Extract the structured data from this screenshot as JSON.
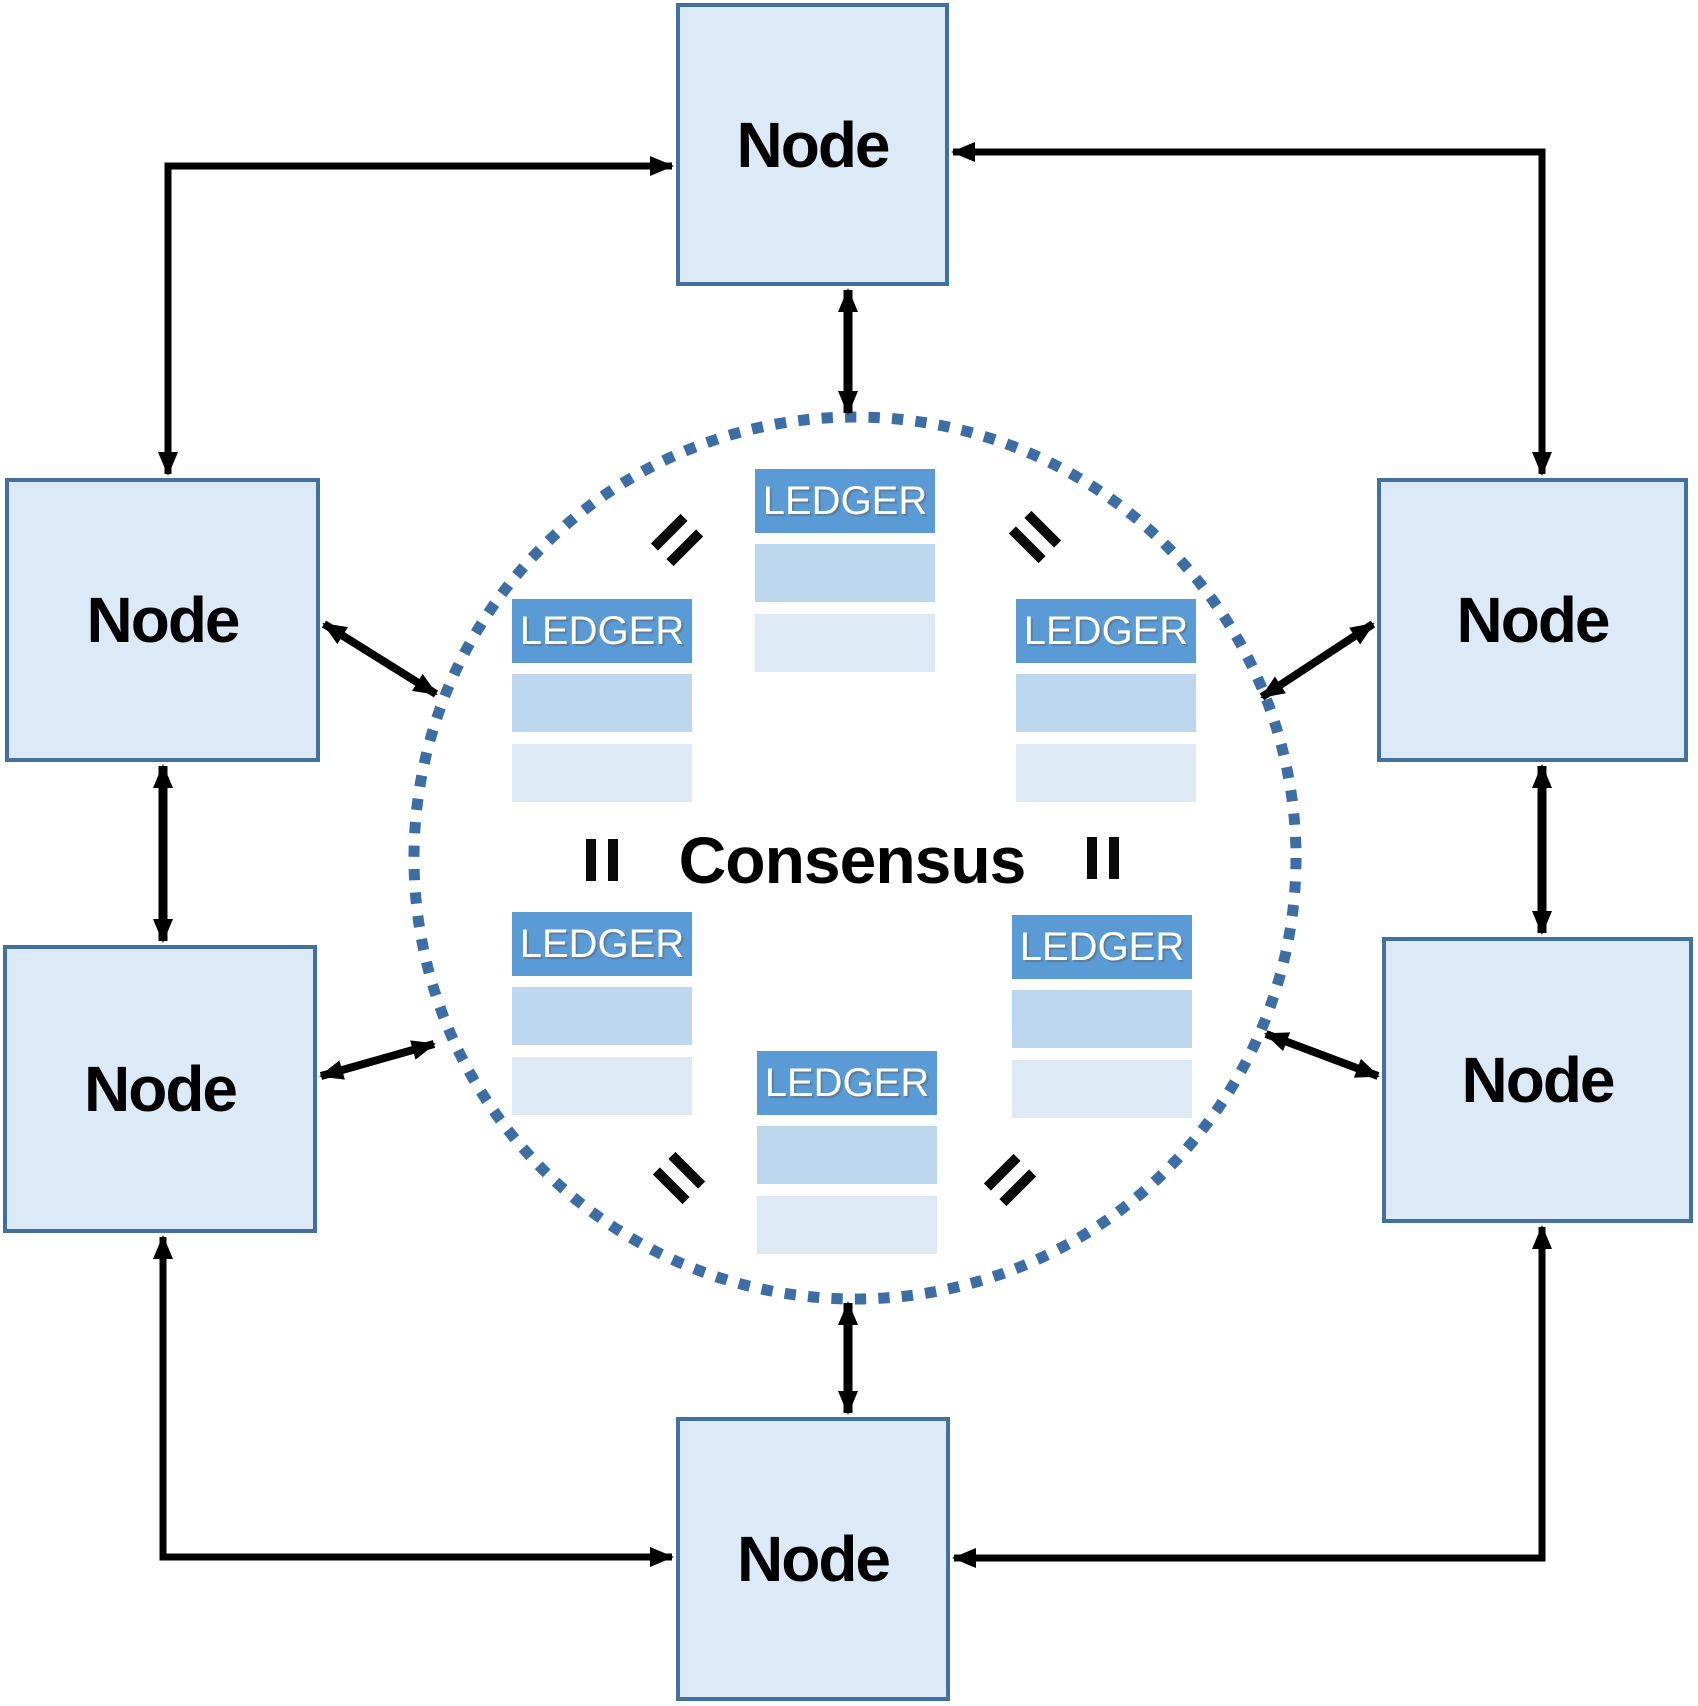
{
  "diagram": {
    "title_hint": "peer-to-peer blockchain consensus network",
    "consensus_label": "Consensus",
    "nodes": [
      {
        "id": "top",
        "label": "Node"
      },
      {
        "id": "left-upper",
        "label": "Node"
      },
      {
        "id": "left-lower",
        "label": "Node"
      },
      {
        "id": "right-upper",
        "label": "Node"
      },
      {
        "id": "right-lower",
        "label": "Node"
      },
      {
        "id": "bottom",
        "label": "Node"
      }
    ],
    "ledgers": [
      {
        "id": "top-center",
        "label": "LEDGER",
        "rows": 2
      },
      {
        "id": "upper-left",
        "label": "LEDGER",
        "rows": 2
      },
      {
        "id": "upper-right",
        "label": "LEDGER",
        "rows": 2
      },
      {
        "id": "lower-left",
        "label": "LEDGER",
        "rows": 2
      },
      {
        "id": "lower-right",
        "label": "LEDGER",
        "rows": 2
      },
      {
        "id": "bottom-center",
        "label": "LEDGER",
        "rows": 2
      }
    ],
    "equals_sign_count": 6,
    "colors": {
      "node_fill": "#dce9f6",
      "node_border": "#41719c",
      "ledger_header": "#5b9bd5",
      "ledger_row_1": "#bdd7ee",
      "ledger_row_2": "#dde9f5",
      "circle_dots": "#3c6ea5",
      "arrows": "#000000",
      "background": "#ffffff"
    }
  }
}
